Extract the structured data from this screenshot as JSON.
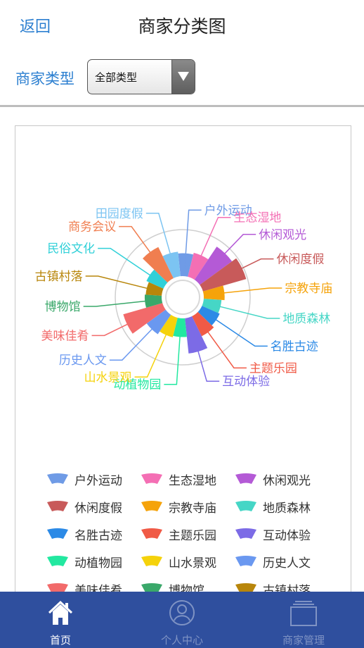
{
  "header": {
    "back_label": "返回",
    "title": "商家分类图"
  },
  "filter": {
    "label": "商家类型",
    "selected": "全部类型"
  },
  "chart_data": {
    "type": "rose",
    "categories": [
      "户外运动",
      "生态湿地",
      "休闲观光",
      "休闲度假",
      "宗教寺庙",
      "地质森林",
      "名胜古迹",
      "主题乐园",
      "互动体验",
      "动植物园",
      "山水景观",
      "历史人文",
      "美味佳肴",
      "博物馆",
      "古镇村落",
      "民俗文化",
      "商务会议",
      "田园度假"
    ],
    "values": [
      15,
      18,
      55,
      72,
      12,
      8,
      10,
      14,
      42,
      9,
      11,
      16,
      58,
      7,
      6,
      9,
      40,
      18
    ],
    "colors": [
      "#6f9be6",
      "#f46fb4",
      "#b45ad6",
      "#c85a5a",
      "#f5a30b",
      "#46d6c6",
      "#2c8ae6",
      "#f05a46",
      "#7c6be6",
      "#22e8a0",
      "#f5d20b",
      "#6a98f0",
      "#f26a6a",
      "#3aa86a",
      "#b8860b",
      "#30d0d8",
      "#f07e50",
      "#7cc4f2"
    ]
  },
  "tabs": [
    {
      "label": "首页",
      "icon": "home-icon",
      "active": true
    },
    {
      "label": "个人中心",
      "icon": "user-icon",
      "active": false
    },
    {
      "label": "商家管理",
      "icon": "folder-icon",
      "active": false
    }
  ]
}
